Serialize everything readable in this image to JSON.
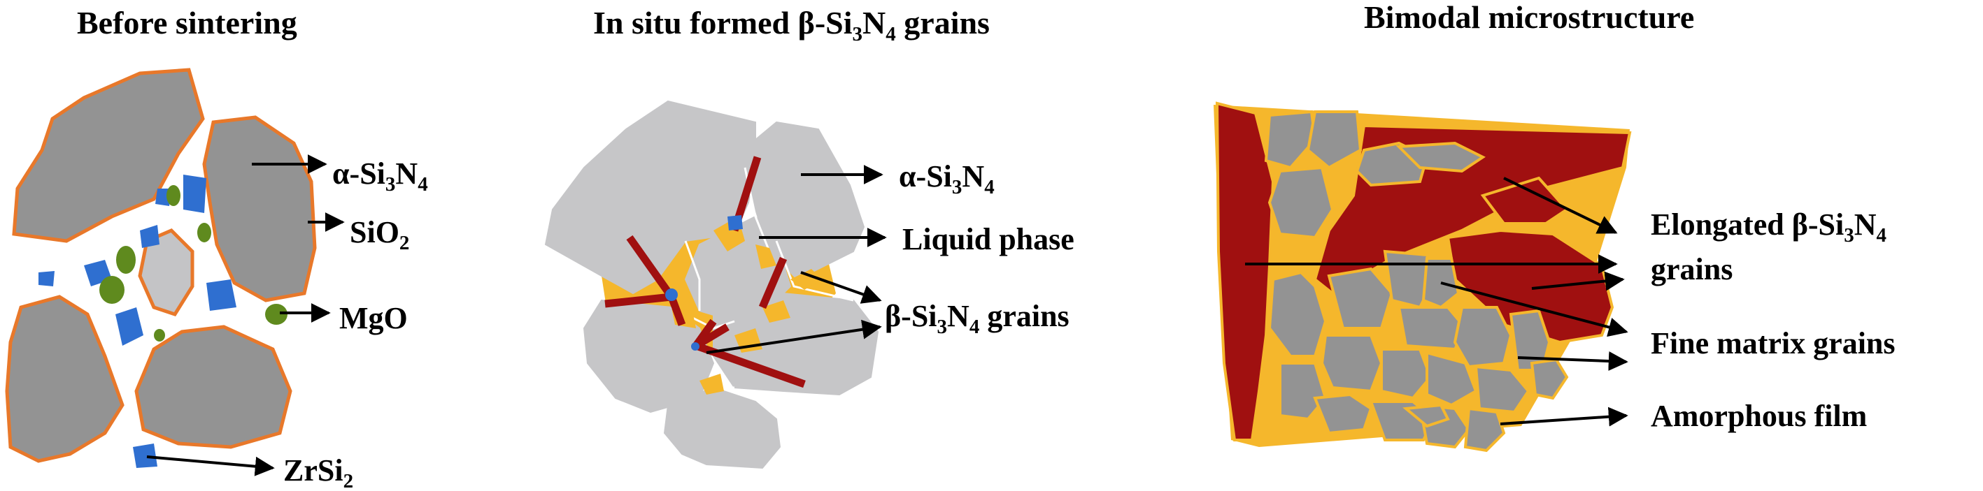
{
  "panels": [
    {
      "title": "Before sintering",
      "labels": {
        "alpha": {
          "main": "α-Si",
          "s1": "3",
          "m2": "N",
          "s2": "4"
        },
        "sio2": {
          "main": "SiO",
          "s1": "2"
        },
        "mgo": "MgO",
        "zrsi2": {
          "main": "ZrSi",
          "s1": "2"
        }
      }
    },
    {
      "title": {
        "pre": "In situ formed β-Si",
        "s1": "3",
        "m2": "N",
        "s2": "4",
        "post": " grains"
      },
      "labels": {
        "alpha": {
          "main": "α-Si",
          "s1": "3",
          "m2": "N",
          "s2": "4"
        },
        "liquid": "Liquid phase",
        "beta": {
          "main": "β-Si",
          "s1": "3",
          "m2": "N",
          "s2": "4",
          "post": " grains"
        }
      }
    },
    {
      "title": "Bimodal microstructure",
      "labels": {
        "elongated_line1": {
          "main": "Elongated β-Si",
          "s1": "3",
          "m2": "N",
          "s2": "4"
        },
        "elongated_line2": "grains",
        "fine": "Fine matrix grains",
        "amorphous": "Amorphous film"
      }
    }
  ],
  "colors": {
    "grain_gray": "#939393",
    "grain_light": "#c4c4c6",
    "orange_outline": "#e8782a",
    "sio2_blue": "#2f6fd0",
    "mgo_green": "#5f8a1e",
    "beta_red": "#a01010",
    "liquid_yellow": "#f5b72c"
  }
}
